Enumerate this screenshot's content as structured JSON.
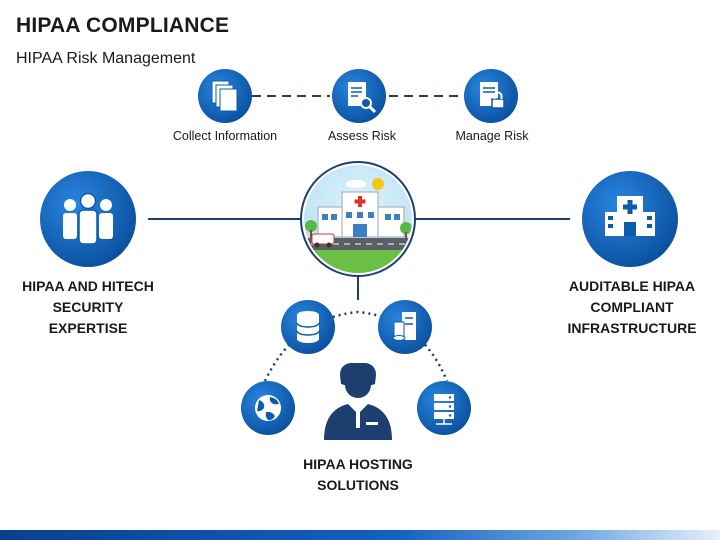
{
  "header": {
    "title": "HIPAA COMPLIANCE",
    "subtitle": "HIPAA Risk Management"
  },
  "process_steps": [
    {
      "label": "Collect Information",
      "icon": "documents-icon"
    },
    {
      "label": "Assess Risk",
      "icon": "document-search-icon"
    },
    {
      "label": "Manage Risk",
      "icon": "document-lock-icon"
    }
  ],
  "left_node": {
    "label_lines": [
      "HIPAA AND HITECH",
      "SECURITY",
      "EXPERTISE"
    ],
    "icon": "team-icon"
  },
  "right_node": {
    "label_lines": [
      "AUDITABLE HIPAA",
      "COMPLIANT",
      "INFRASTRUCTURE"
    ],
    "icon": "hospital-building-icon"
  },
  "center_node": {
    "icon": "hospital-scene-icon"
  },
  "bottom_node": {
    "label_lines": [
      "HIPAA HOSTING",
      "SOLUTIONS"
    ],
    "icons": [
      "database-icon",
      "servers-icon",
      "globe-icon",
      "server-rack-icon",
      "administrator-icon"
    ]
  },
  "colors": {
    "primary_blue": "#0b5cad",
    "dark_blue": "#0b3f8e",
    "connector": "#1b3f73",
    "text": "#1a1a1a"
  }
}
